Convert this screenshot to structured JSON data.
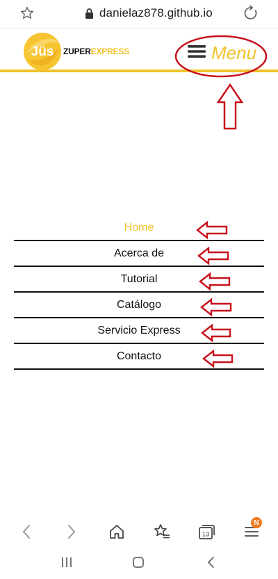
{
  "browser": {
    "url": "danielaz878.github.io",
    "tab_count": "13",
    "menu_badge": "N"
  },
  "header": {
    "logo_glyph": "Jüs",
    "brand_part1": "ZUPER",
    "brand_part2": "EXPRESS",
    "menu_label": "Menu",
    "accent_color": "#f2c22c"
  },
  "nav": {
    "items": [
      {
        "label": "Home",
        "active": true
      },
      {
        "label": "Acerca de",
        "active": false
      },
      {
        "label": "Tutorial",
        "active": false
      },
      {
        "label": "Catálogo",
        "active": false
      },
      {
        "label": "Servicio Express",
        "active": false
      },
      {
        "label": "Contacto",
        "active": false
      }
    ]
  },
  "annotations": {
    "color": "#d0101a",
    "shapes": [
      "ellipse-around-menu",
      "up-arrow-to-menu",
      "left-arrows-to-nav-items"
    ]
  },
  "icons": [
    "star-icon",
    "lock-icon",
    "reload-icon",
    "back-icon",
    "forward-icon",
    "home-icon",
    "favorites-icon",
    "tabs-icon",
    "hamburger-icon",
    "recent-apps-icon",
    "system-home-icon",
    "system-back-icon"
  ]
}
